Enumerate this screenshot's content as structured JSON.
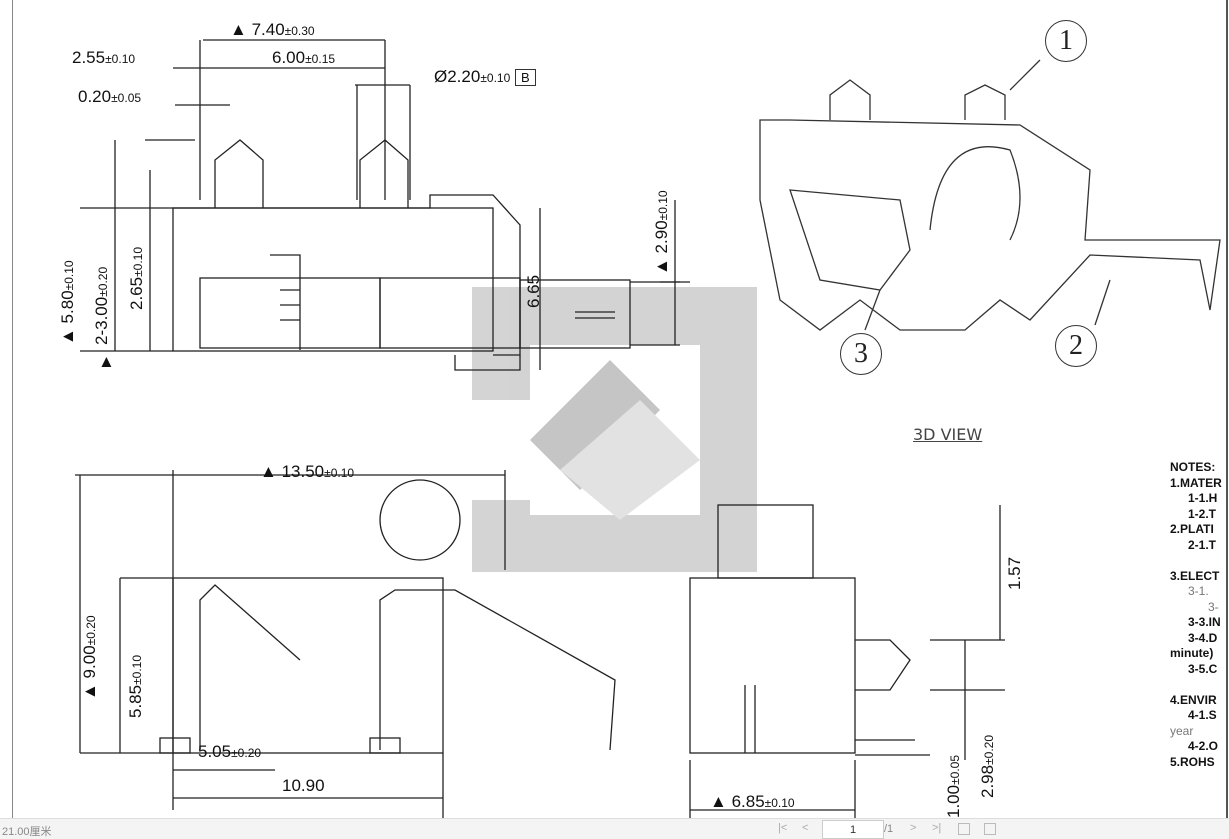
{
  "drawing": {
    "side_view": {
      "dims": [
        "7.40",
        "±0.30",
        "2.55",
        "±0.10",
        "6.00",
        "±0.15",
        "0.20",
        "±0.05",
        "Ø2.20",
        "±0.10",
        "B",
        "5.80",
        "±0.10",
        "2-3.00",
        "±0.20",
        "2.65",
        "±0.10",
        "6.65",
        "2.90",
        "±0.10"
      ]
    },
    "bottom_view": {
      "dims": [
        "13.50",
        "±0.10",
        "9.00",
        "±0.20",
        "5.85",
        "±0.10",
        "5.05",
        "±0.20",
        "10.90"
      ]
    },
    "end_view": {
      "dims": [
        "1.57",
        "6.85",
        "±0.10",
        "1.00",
        "±0.05",
        "2.98",
        "±0.20"
      ]
    },
    "view_3d": {
      "label": "3D VIEW",
      "balloons": [
        "1",
        "2",
        "3"
      ]
    },
    "notes": [
      "NOTES:",
      "1.MATER",
      "1-1.H",
      "1-2.T",
      "2.PLATI",
      "2-1.T",
      "3.ELECT",
      "3-1.",
      "3-",
      "3-3.IN",
      "3-4.D",
      "minute)",
      "3-5.C",
      "4.ENVIR",
      "4-1.S",
      "year",
      "4-2.O",
      "5.ROHS"
    ]
  },
  "statusbar": {
    "page_size": "21.00厘米",
    "page_current": "1",
    "page_total": "/1",
    "first": "|<",
    "prev": "<",
    "next": ">",
    "last": ">|"
  }
}
